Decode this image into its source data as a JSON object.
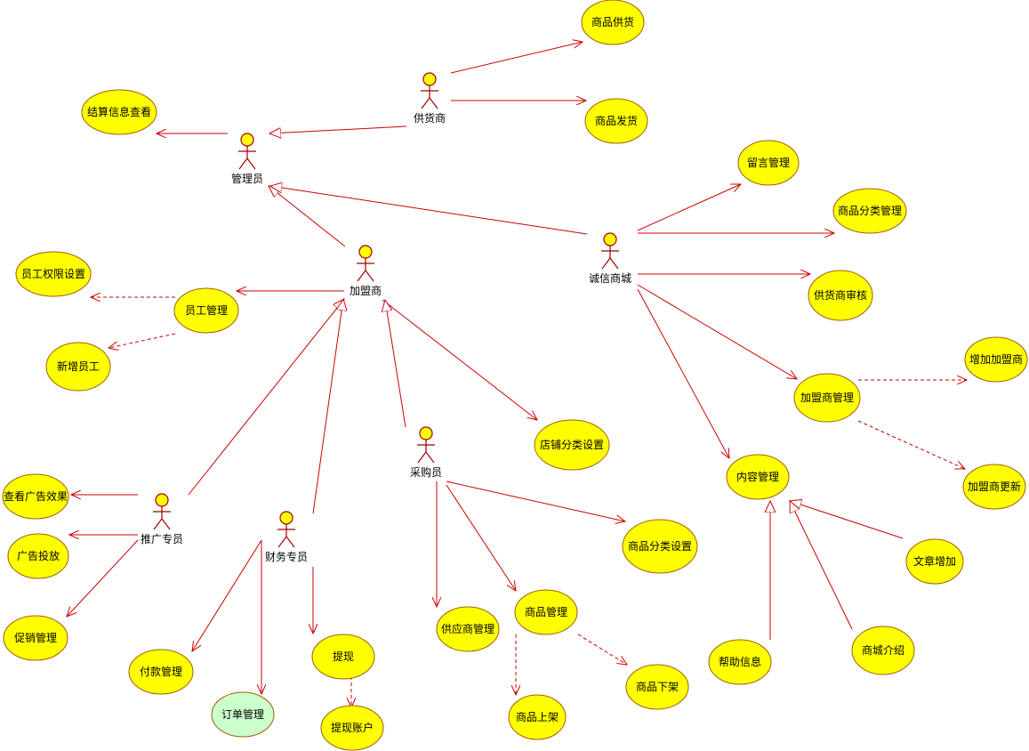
{
  "colors": {
    "edge": "#cc0000",
    "usecase_fill": "#ffff00",
    "usecase_highlight_fill": "#ccffcc",
    "usecase_stroke": "#a06000",
    "actor_head_fill": "#ffff00",
    "actor_stroke": "#a00000",
    "text": "#000000",
    "background": "#ffffff"
  },
  "actors": [
    {
      "id": "supplier",
      "label": "供货商"
    },
    {
      "id": "admin",
      "label": "管理员"
    },
    {
      "id": "franchisee",
      "label": "加盟商"
    },
    {
      "id": "mall",
      "label": "诚信商城"
    },
    {
      "id": "buyer",
      "label": "采购员"
    },
    {
      "id": "promoter",
      "label": "推广专员"
    },
    {
      "id": "finance",
      "label": "财务专员"
    }
  ],
  "usecases": [
    {
      "id": "uc_supply",
      "label": "商品供货"
    },
    {
      "id": "uc_ship",
      "label": "商品发货"
    },
    {
      "id": "uc_settle",
      "label": "结算信息查看"
    },
    {
      "id": "uc_message",
      "label": "留言管理"
    },
    {
      "id": "uc_catmgr",
      "label": "商品分类管理"
    },
    {
      "id": "uc_supaudit",
      "label": "供货商审核"
    },
    {
      "id": "uc_perm",
      "label": "员工权限设置"
    },
    {
      "id": "uc_staff",
      "label": "员工管理"
    },
    {
      "id": "uc_newstaff",
      "label": "新增员工"
    },
    {
      "id": "uc_addfr",
      "label": "增加加盟商"
    },
    {
      "id": "uc_frmgr",
      "label": "加盟商管理"
    },
    {
      "id": "uc_frupd",
      "label": "加盟商更新"
    },
    {
      "id": "uc_shopcat",
      "label": "店铺分类设置"
    },
    {
      "id": "uc_content",
      "label": "内容管理"
    },
    {
      "id": "uc_adeffect",
      "label": "查看广告效果"
    },
    {
      "id": "uc_goodscat",
      "label": "商品分类设置"
    },
    {
      "id": "uc_adput",
      "label": "广告投放"
    },
    {
      "id": "uc_article",
      "label": "文章增加"
    },
    {
      "id": "uc_goodsmgr",
      "label": "商品管理"
    },
    {
      "id": "uc_promo",
      "label": "促销管理"
    },
    {
      "id": "uc_vendor",
      "label": "供应商管理"
    },
    {
      "id": "uc_help",
      "label": "帮助信息"
    },
    {
      "id": "uc_mallintro",
      "label": "商城介绍"
    },
    {
      "id": "uc_withdraw",
      "label": "提现"
    },
    {
      "id": "uc_pay",
      "label": "付款管理"
    },
    {
      "id": "uc_offshelf",
      "label": "商品下架"
    },
    {
      "id": "uc_order",
      "label": "订单管理",
      "highlight": true
    },
    {
      "id": "uc_onshelf",
      "label": "商品上架"
    },
    {
      "id": "uc_withacct",
      "label": "提现账户"
    }
  ]
}
